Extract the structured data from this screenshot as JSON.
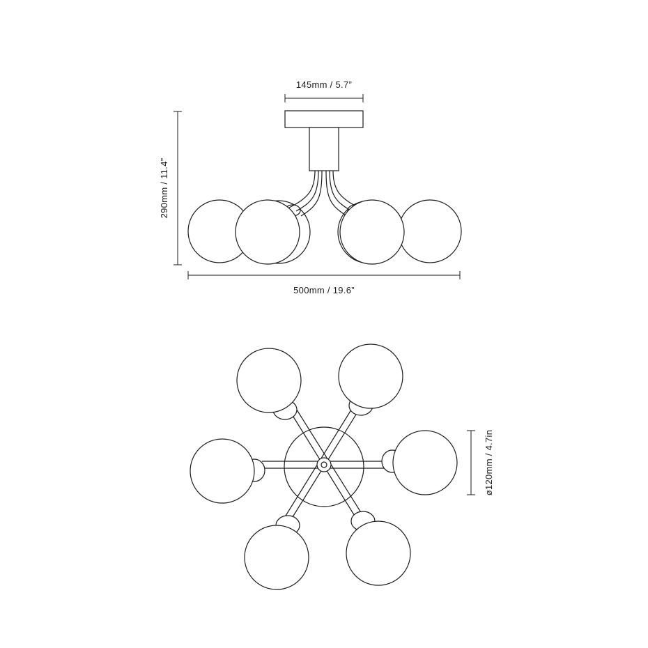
{
  "dimensions": {
    "canopy_width": "145mm / 5.7”",
    "height": "290mm / 11.4”",
    "overall_width": "500mm / 19.6”",
    "globe_diameter": "ø120mm / 4.7in"
  },
  "colors": {
    "stroke": "#1a1a1a",
    "background": "#ffffff"
  }
}
